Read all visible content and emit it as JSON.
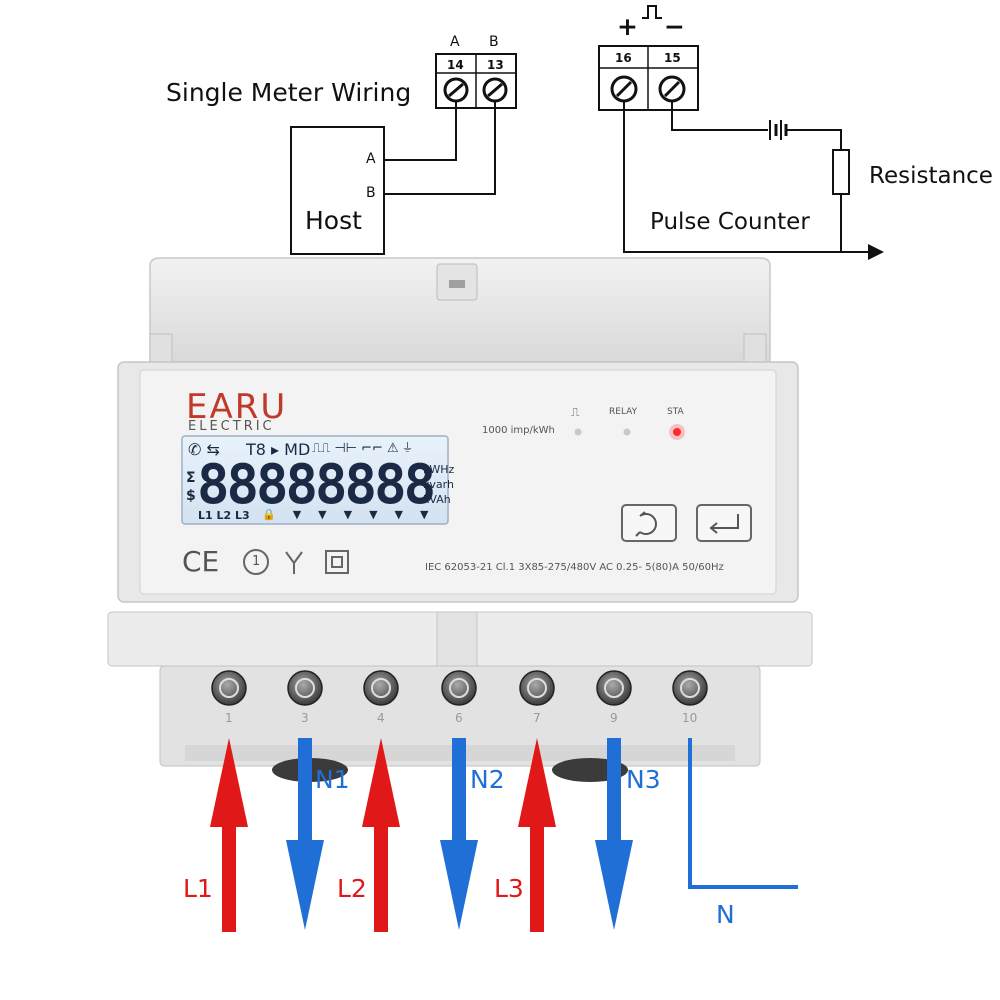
{
  "diagram": {
    "single_meter_wiring_title": "Single Meter Wiring",
    "host_label": "Host",
    "host_port_a": "A",
    "host_port_b": "B",
    "rs485_terminal_a_letter": "A",
    "rs485_terminal_b_letter": "B",
    "rs485_terminal_14": "14",
    "rs485_terminal_13": "13",
    "pulse_plus": "+",
    "pulse_minus": "−",
    "pulse_terminal_16": "16",
    "pulse_terminal_15": "15",
    "resistance_label": "Resistance",
    "pulse_counter_label": "Pulse Counter"
  },
  "meter": {
    "brand": "EARU",
    "brand_sub": "ELECTRIC",
    "pulse_rate": "1000 imp/kWh",
    "indicator_relay": "RELAY",
    "indicator_sta": "STA",
    "lcd": {
      "top_row": "T8 ▸ MD",
      "digits": "88888888",
      "unit_1": "kWHz",
      "unit_2": "kvarh",
      "unit_3": "kVAh",
      "sigma": "Σ",
      "dollar": "$",
      "phase_labels": "L1 L2 L3"
    },
    "spec_line": "IEC 62053-21   Cl.1   3X85-275/480V AC   0.25- 5(80)A   50/60Hz",
    "cert_ce": "CE",
    "cert_class": "1"
  },
  "terminals": [
    "1",
    "3",
    "4",
    "6",
    "7",
    "9",
    "10"
  ],
  "wiring": {
    "L1": "L1",
    "L2": "L2",
    "L3": "L3",
    "N1": "N1",
    "N2": "N2",
    "N3": "N3",
    "N": "N"
  },
  "colors": {
    "phase": "#e01818",
    "neutral": "#1f6fd6",
    "sta_led": "#ff2a2a",
    "lcd_backlight": "#dfeaf5"
  },
  "icons": {
    "pulse_symbol": "square-pulse-icon",
    "battery": "battery-icon",
    "resistor": "resistor-icon",
    "cycle_button": "cycle-icon",
    "enter_button": "enter-icon"
  }
}
